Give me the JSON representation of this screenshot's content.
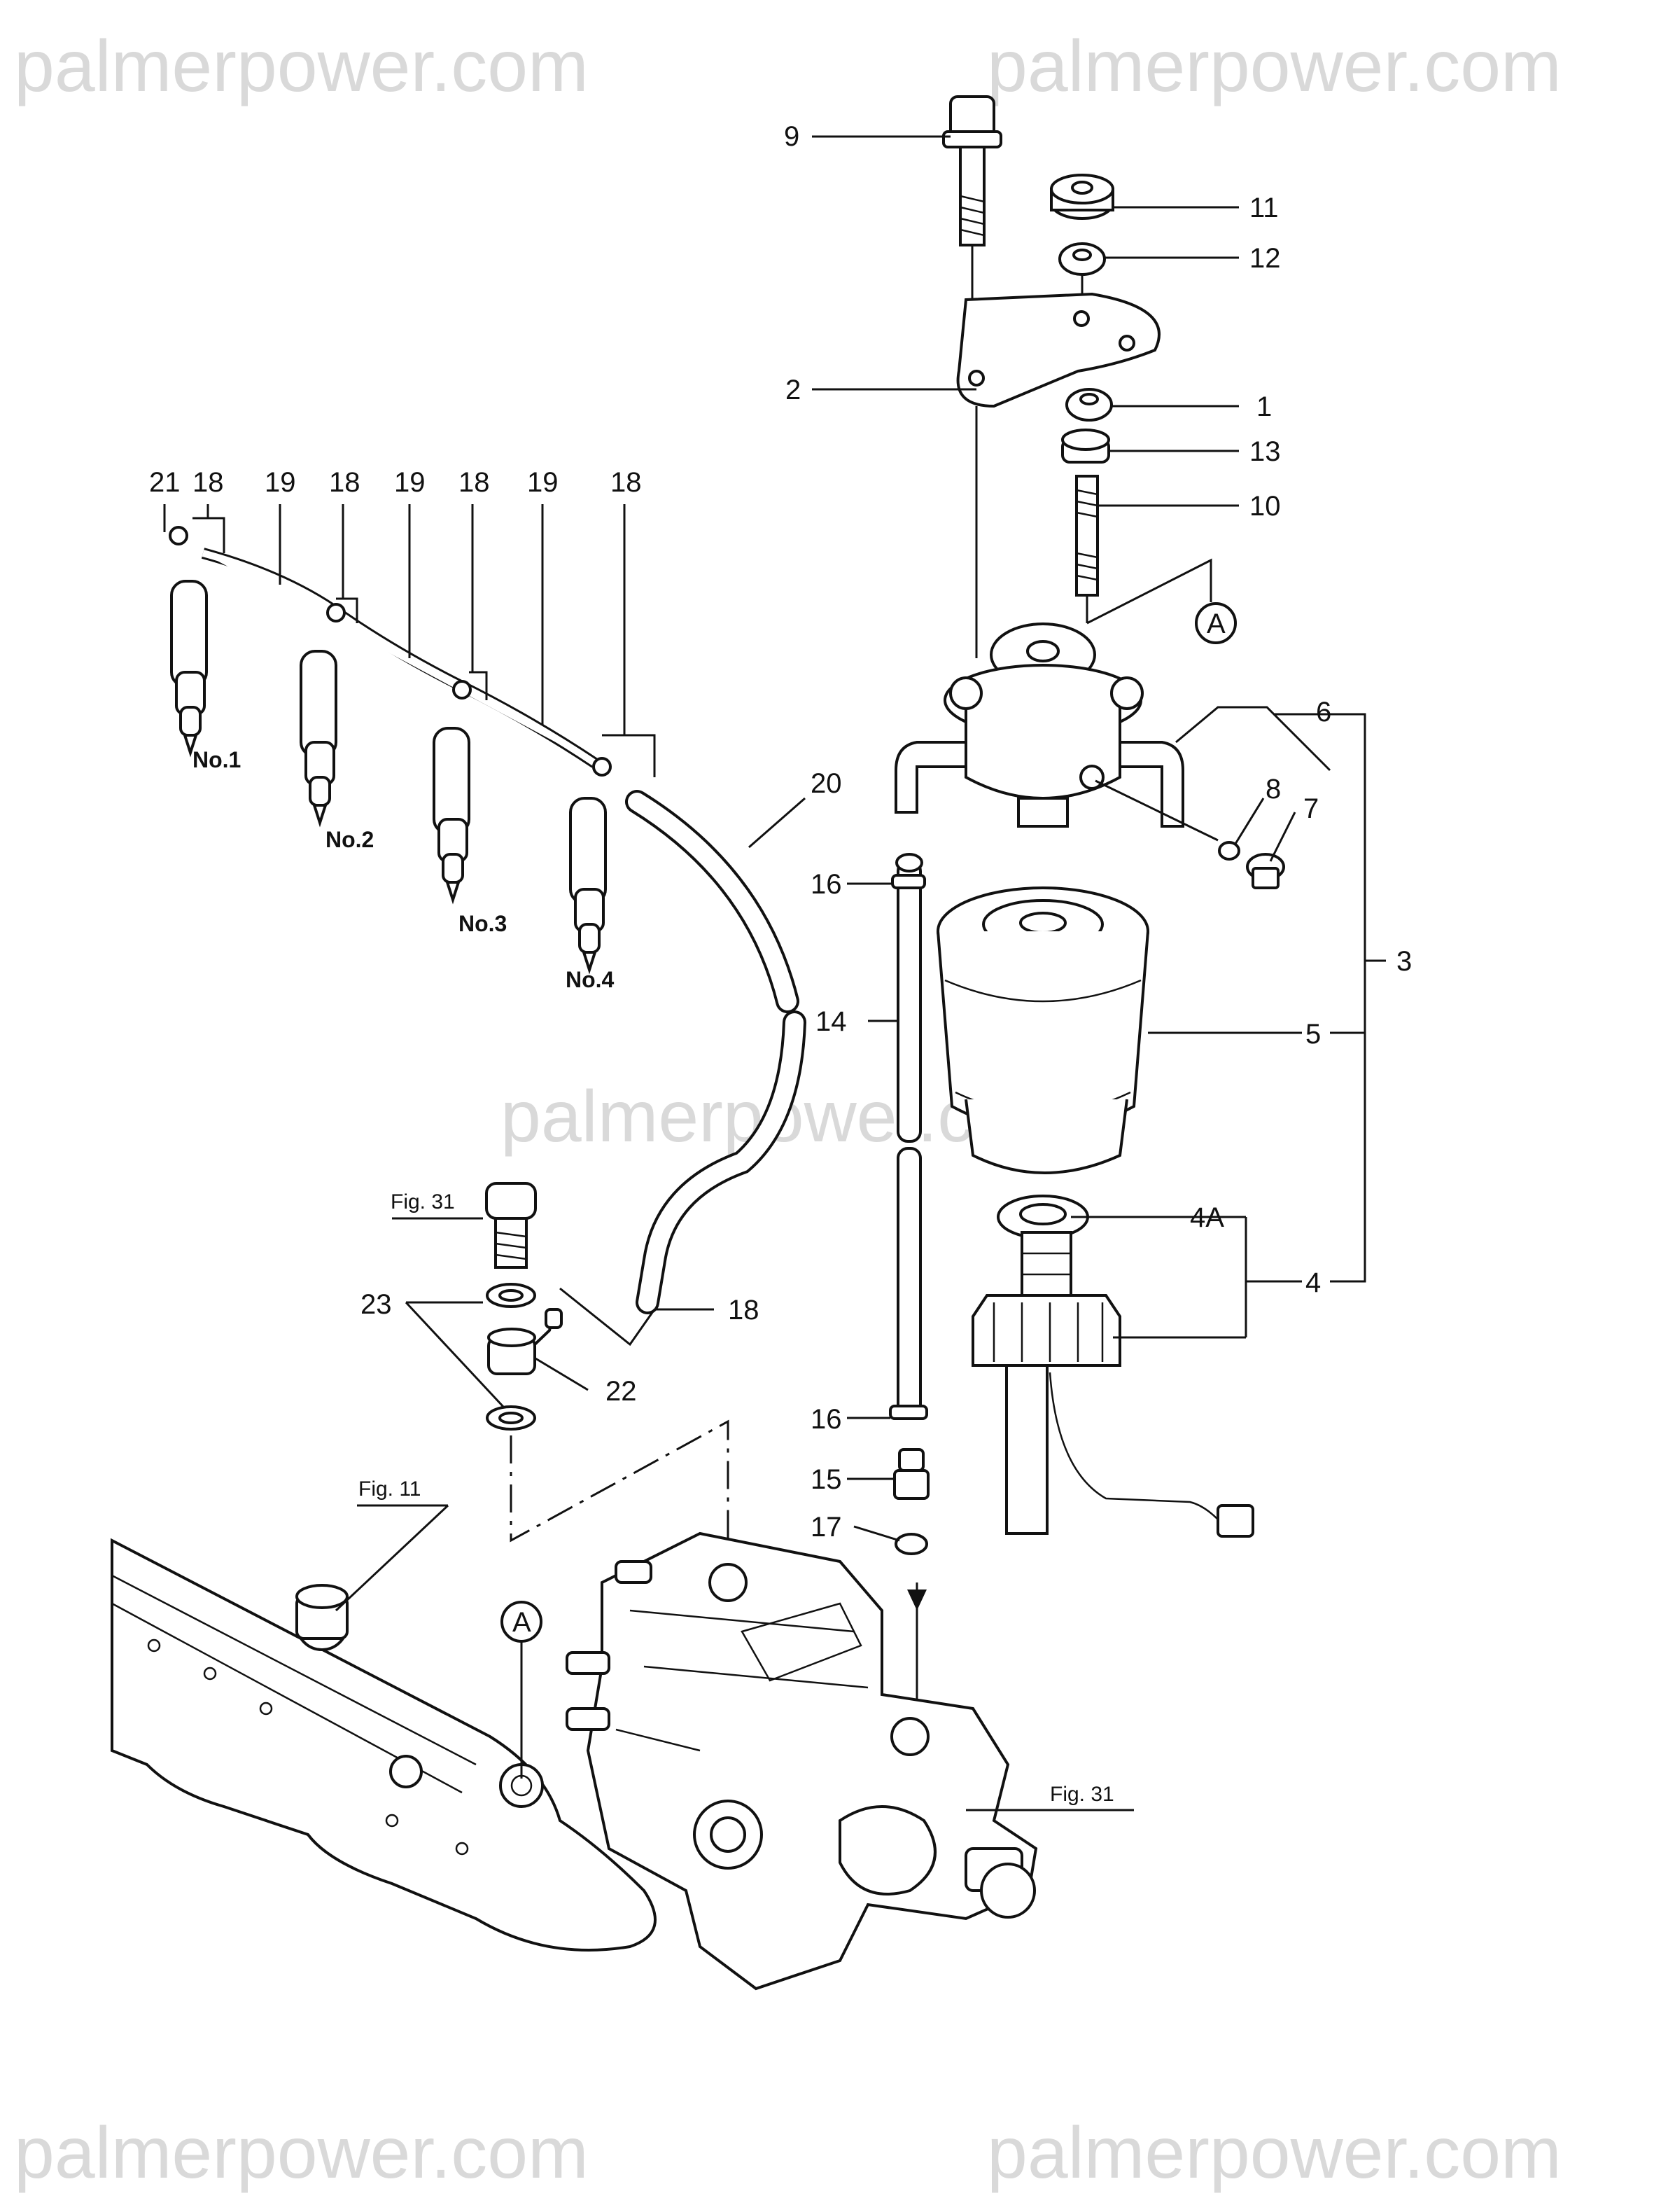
{
  "watermark": "palmerpower.com",
  "callouts": {
    "n1": "1",
    "n2": "2",
    "n3": "3",
    "n4": "4",
    "n4a": "4A",
    "n5": "5",
    "n6": "6",
    "n7": "7",
    "n8": "8",
    "n9": "9",
    "n10": "10",
    "n11": "11",
    "n12": "12",
    "n13": "13",
    "n14": "14",
    "n15": "15",
    "n16": "16",
    "n17": "17",
    "n18": "18",
    "n19": "19",
    "n20": "20",
    "n21": "21",
    "n22": "22",
    "n23": "23"
  },
  "cylinders": [
    "No.1",
    "No.2",
    "No.3",
    "No.4"
  ],
  "view_marker": "A",
  "figure_refs": {
    "fig31": "Fig. 31",
    "fig11": "Fig. 11"
  },
  "colors": {
    "line": "#111111",
    "watermark": "#d9d9d9",
    "background": "#ffffff"
  }
}
